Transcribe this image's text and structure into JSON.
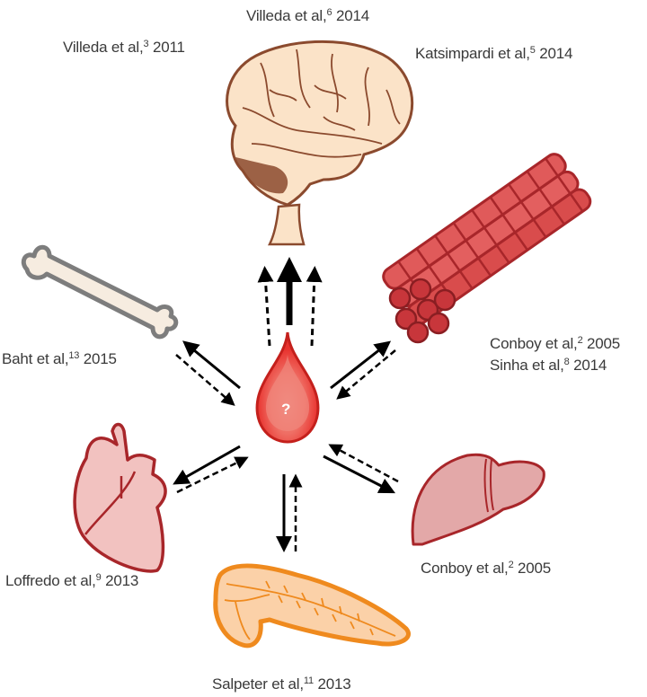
{
  "figure": {
    "center": {
      "name": "blood-drop",
      "symbol": "?"
    },
    "colors": {
      "blood": "#e8322e",
      "blood_light": "#f07a72",
      "brain_fill": "#fbe3c8",
      "brain_stroke": "#8b4a2e",
      "bone_fill": "#f6ece0",
      "bone_stroke": "#7d7d7d",
      "muscle": "#c8363b",
      "organ_fill": "#e3a8a8",
      "organ_stroke": "#a8262a",
      "pancreas_fill": "#fbd1a8",
      "pancreas_stroke": "#ef8a1e",
      "arrow": "#000000"
    },
    "labels": {
      "brain_top": {
        "author": "Villeda et al,",
        "ref": "6",
        "year": "2014"
      },
      "brain_left": {
        "author": "Villeda et al,",
        "ref": "3",
        "year": "2011"
      },
      "brain_right": {
        "author": "Katsimpardi et al,",
        "ref": "5",
        "year": "2014"
      },
      "bone": {
        "author": "Baht et al,",
        "ref": "13",
        "year": "2015"
      },
      "muscle_1": {
        "author": "Conboy et al,",
        "ref": "2",
        "year": "2005"
      },
      "muscle_2": {
        "author": "Sinha et al,",
        "ref": "8",
        "year": "2014"
      },
      "heart": {
        "author": "Loffredo et al,",
        "ref": "9",
        "year": "2013"
      },
      "liver": {
        "author": "Conboy et al,",
        "ref": "2",
        "year": "2005"
      },
      "pancreas": {
        "author": "Salpeter et al,",
        "ref": "11",
        "year": "2013"
      }
    },
    "organs": [
      "brain",
      "muscle",
      "liver",
      "pancreas",
      "heart",
      "bone"
    ]
  }
}
